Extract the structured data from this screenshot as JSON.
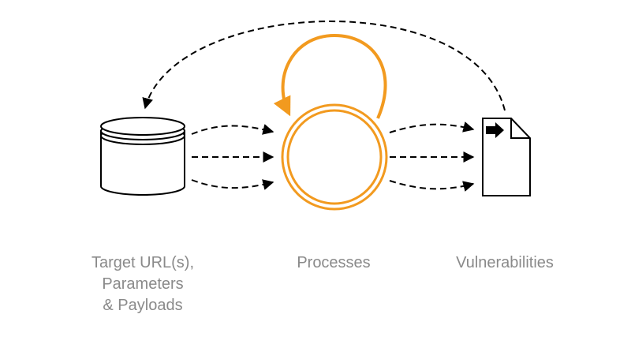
{
  "diagram": {
    "colors": {
      "stroke": "#000000",
      "accent": "#f29a1f",
      "label": "#8a8a8a",
      "background": "#ffffff"
    },
    "nodes": [
      {
        "id": "input",
        "icon": "database-icon",
        "lines": [
          "Target URL(s),",
          "Parameters",
          "& Payloads"
        ]
      },
      {
        "id": "process",
        "icon": "process-circle-icon",
        "lines": [
          "Processes"
        ]
      },
      {
        "id": "output",
        "icon": "document-icon",
        "lines": [
          "Vulnerabilities"
        ]
      }
    ]
  }
}
